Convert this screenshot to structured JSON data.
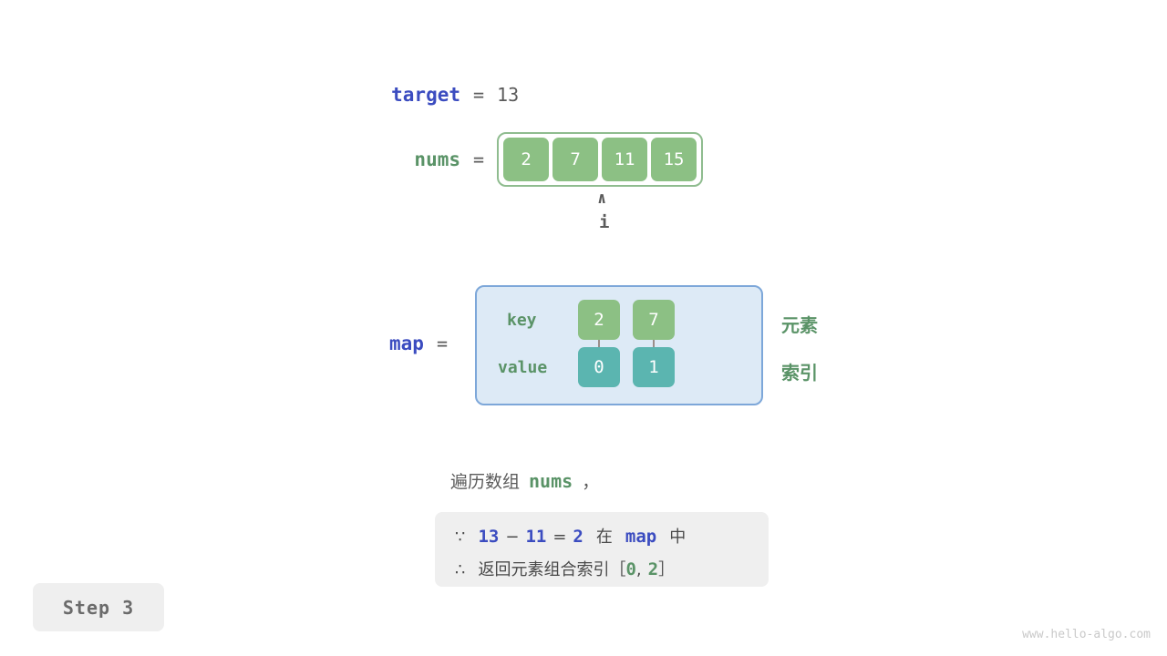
{
  "target": {
    "var_label": "target",
    "equals": "=",
    "value": "13"
  },
  "nums": {
    "var_label": "nums",
    "equals": "=",
    "cells": [
      "2",
      "7",
      "11",
      "15"
    ],
    "pointer": {
      "caret": "∧",
      "label": "i",
      "index": 2
    }
  },
  "map": {
    "var_label": "map",
    "equals": "=",
    "key_label": "key",
    "value_label": "value",
    "keys": [
      "2",
      "7"
    ],
    "values": [
      "0",
      "1"
    ],
    "annotations": {
      "element": "元素",
      "index": "索引"
    }
  },
  "caption": {
    "text_before": "遍历数组",
    "code": "nums",
    "text_after": "，"
  },
  "note": {
    "line1": {
      "symbol": "∵",
      "a": "13",
      "minus": "−",
      "b": "11",
      "eq": "=",
      "c": "2",
      "in_text": "在",
      "map": "map",
      "tail": "中"
    },
    "line2": {
      "symbol": "∴",
      "text": "返回元素组合索引",
      "bracket_open": "［",
      "i0": "0",
      "comma": ",",
      "i1": "2",
      "bracket_close": "］"
    }
  },
  "step_badge": "Step 3",
  "watermark": "www.hello-algo.com",
  "colors": {
    "var_blue": "#3b4cc0",
    "var_green": "#5a9367",
    "cell_green": "#8cc084",
    "cell_teal": "#5bb5b0",
    "map_bg": "#ddeaf6",
    "map_border": "#7da7d9",
    "array_border": "#8fbc8f",
    "note_bg": "#efefef"
  }
}
